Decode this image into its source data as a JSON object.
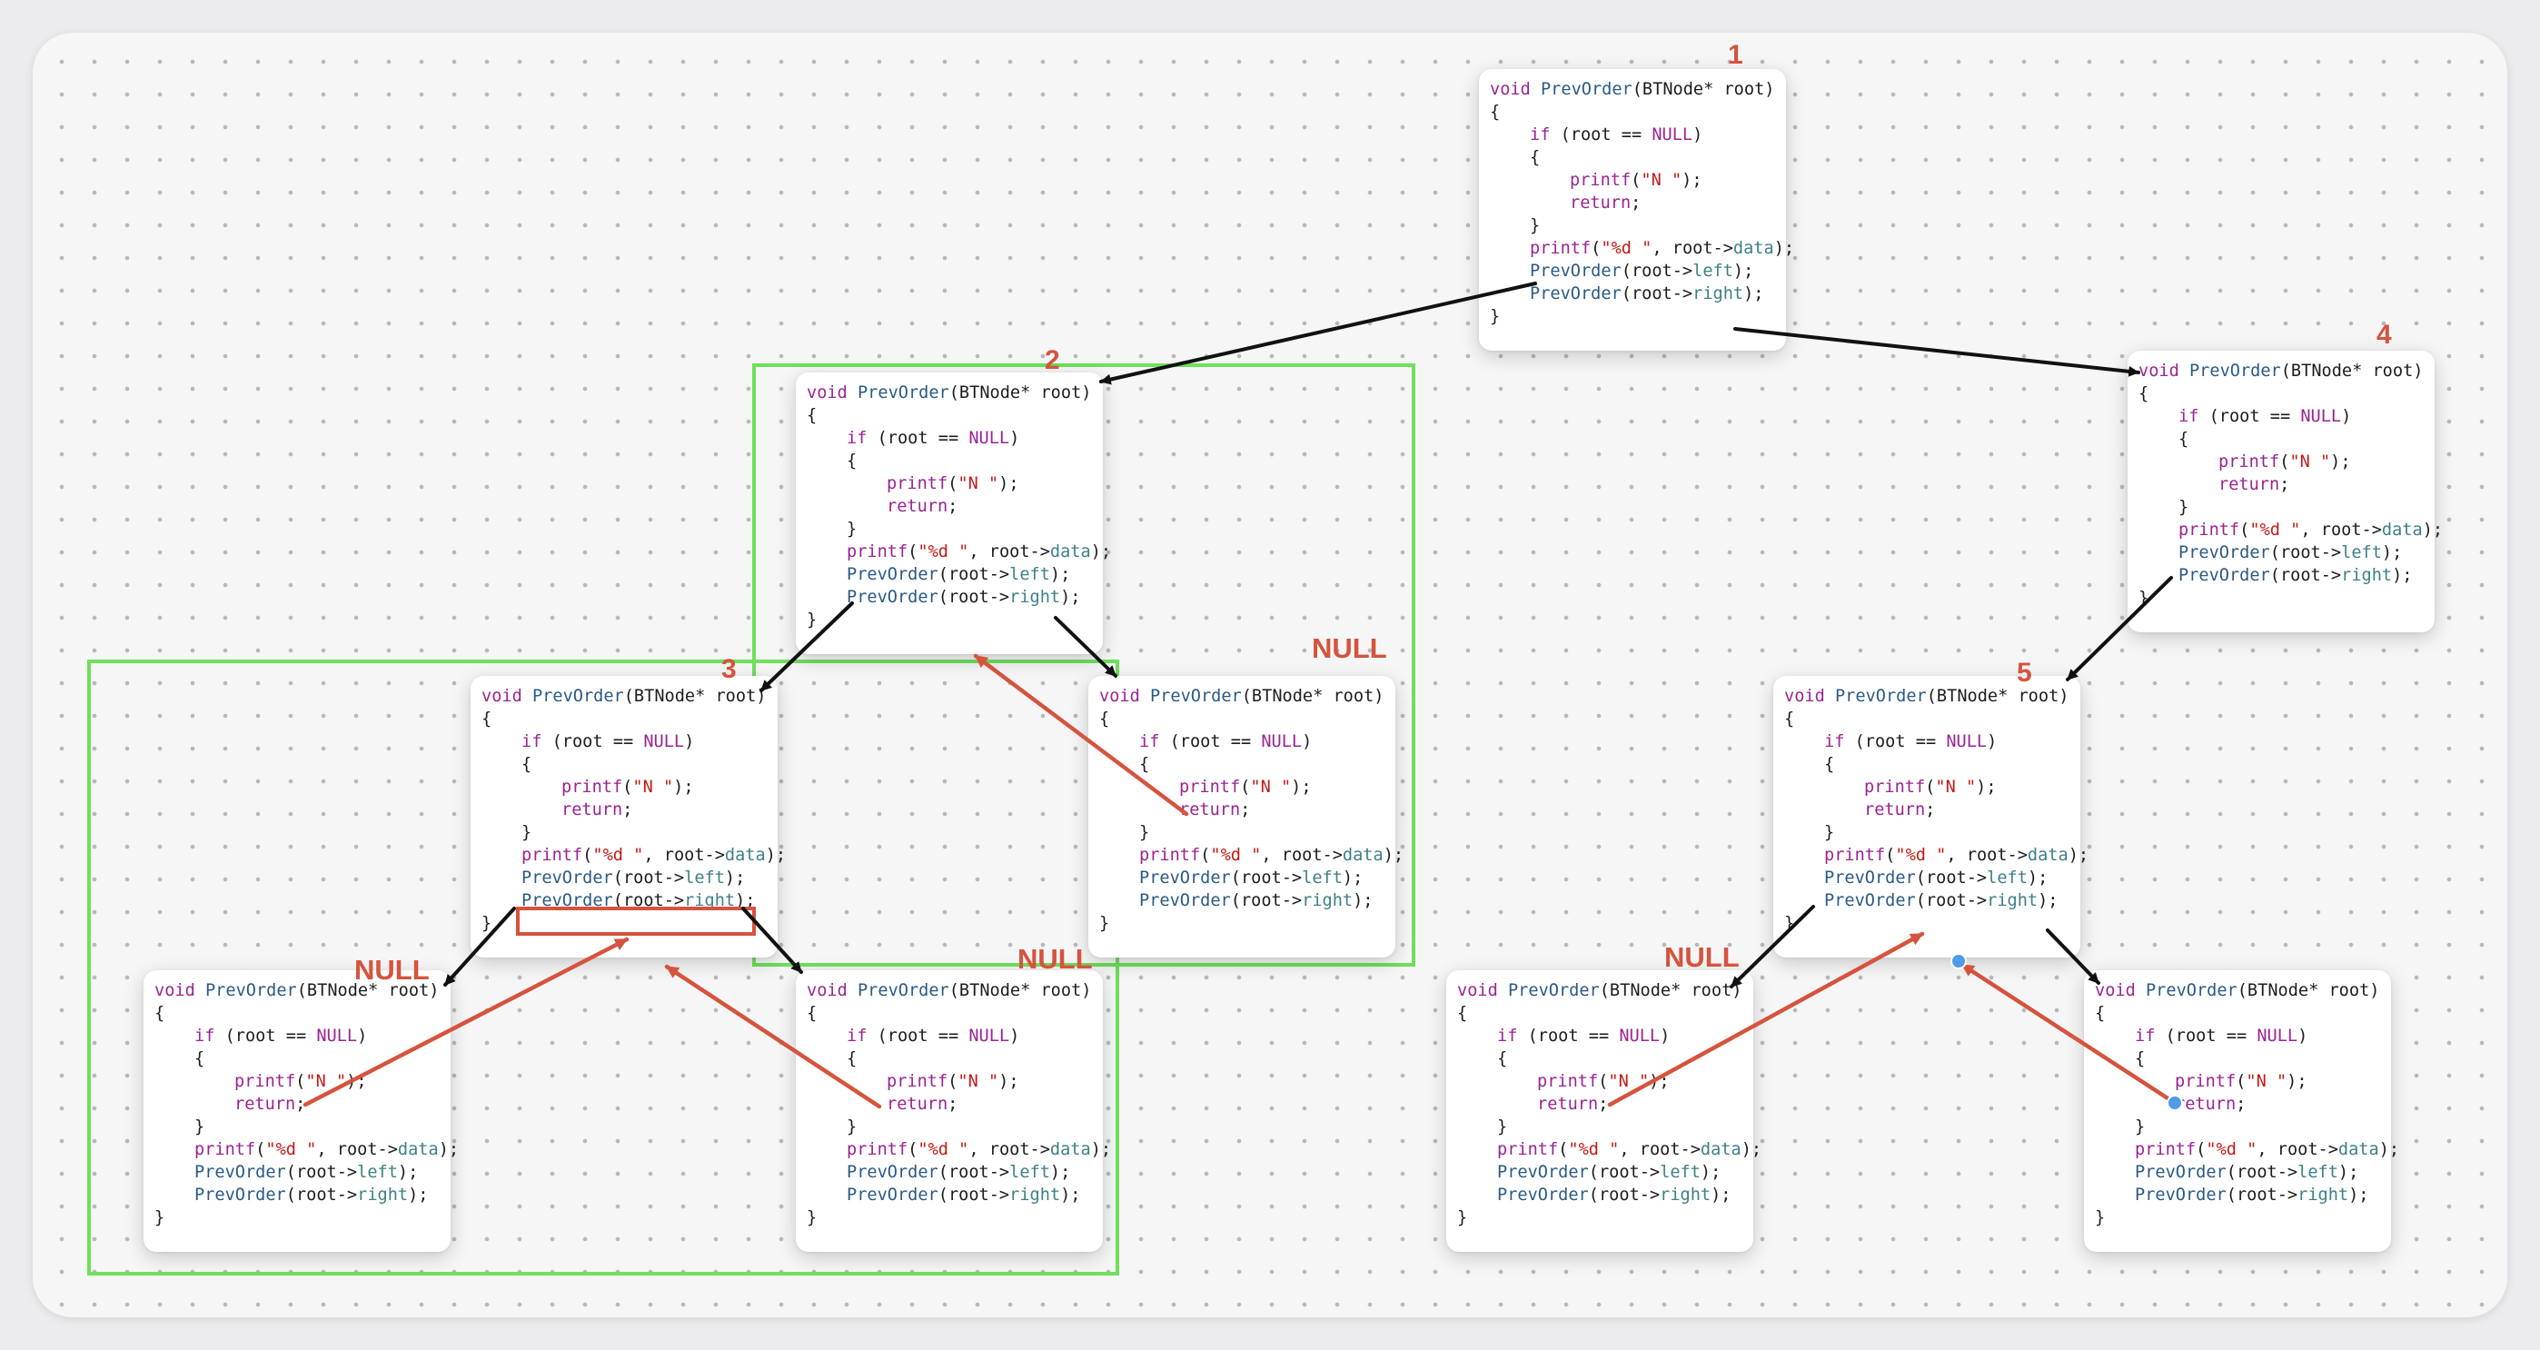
{
  "code": {
    "line1": [
      "void",
      " ",
      "PrevOrder",
      "(BTNode* root)"
    ],
    "line2": "{",
    "line3": [
      "if",
      " (root == ",
      "NULL",
      ")"
    ],
    "line4": "{",
    "line5": [
      "printf",
      "(",
      "\"N \"",
      ");"
    ],
    "line6": [
      "return",
      ";"
    ],
    "line7": "}",
    "line8": [
      "printf",
      "(",
      "\"%d \"",
      ", root->",
      "data",
      ");"
    ],
    "line9": [
      "PrevOrder",
      "(root->",
      "left",
      ");"
    ],
    "line10": [
      "PrevOrder",
      "(root->",
      "right",
      ");"
    ],
    "line11": "}"
  },
  "step_labels": [
    "1",
    "2",
    "3",
    "4",
    "5"
  ],
  "null_label": "NULL",
  "colors": {
    "keyword": "#9b2393",
    "function": "#2a5a86",
    "string": "#c41a16",
    "member": "#3e8087",
    "annotation_red": "#d6533d",
    "highlight_green": "#6ee05a",
    "arrow_black": "#111111",
    "handle_blue": "#4f9be8"
  }
}
